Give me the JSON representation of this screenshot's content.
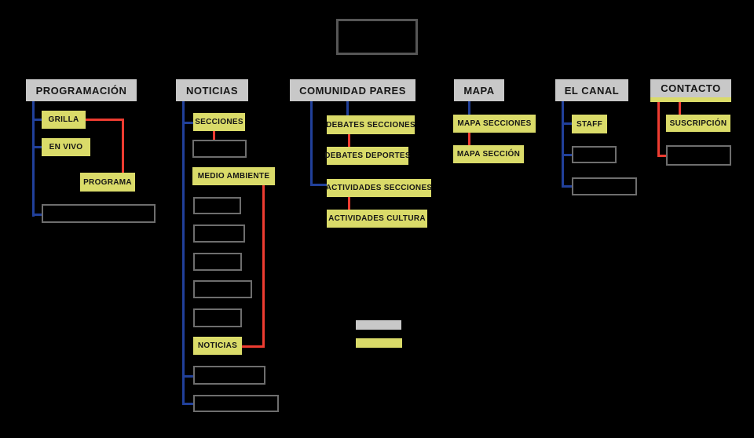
{
  "colors": {
    "bg": "#000000",
    "gray": "#c8c8c8",
    "yellow": "#dadb69",
    "blue": "#21409a",
    "red": "#ee3c31",
    "box-border": "#6e6e6e"
  },
  "home": {
    "label": ""
  },
  "columns": [
    {
      "label": "PROGRAMACIÓN",
      "children": [
        {
          "label": "GRILLA"
        },
        {
          "label": "EN VIVO"
        },
        {
          "label": "PROGRAMA"
        }
      ]
    },
    {
      "label": "NOTICIAS",
      "children": [
        {
          "label": "SECCIONES"
        },
        {
          "label": "MEDIO AMBIENTE"
        },
        {
          "label": "NOTICIAS"
        }
      ]
    },
    {
      "label": "COMUNIDAD PARES",
      "children": [
        {
          "label": "DEBATES SECCIONES"
        },
        {
          "label": "DEBATES DEPORTES"
        },
        {
          "label": "ACTIVIDADES SECCIONES"
        },
        {
          "label": "ACTIVIDADES CULTURA"
        }
      ]
    },
    {
      "label": "MAPA",
      "children": [
        {
          "label": "MAPA SECCIONES"
        },
        {
          "label": "MAPA SECCIÓN"
        }
      ]
    },
    {
      "label": "EL CANAL",
      "children": [
        {
          "label": "STAFF"
        }
      ]
    },
    {
      "label": "CONTACTO",
      "children": [
        {
          "label": "SUSCRIPCIÓN"
        }
      ]
    }
  ],
  "legend": {
    "swatches": [
      {
        "name": "gray-swatch",
        "color": "#c8c8c8"
      },
      {
        "name": "yellow-swatch",
        "color": "#dadb69"
      }
    ]
  }
}
